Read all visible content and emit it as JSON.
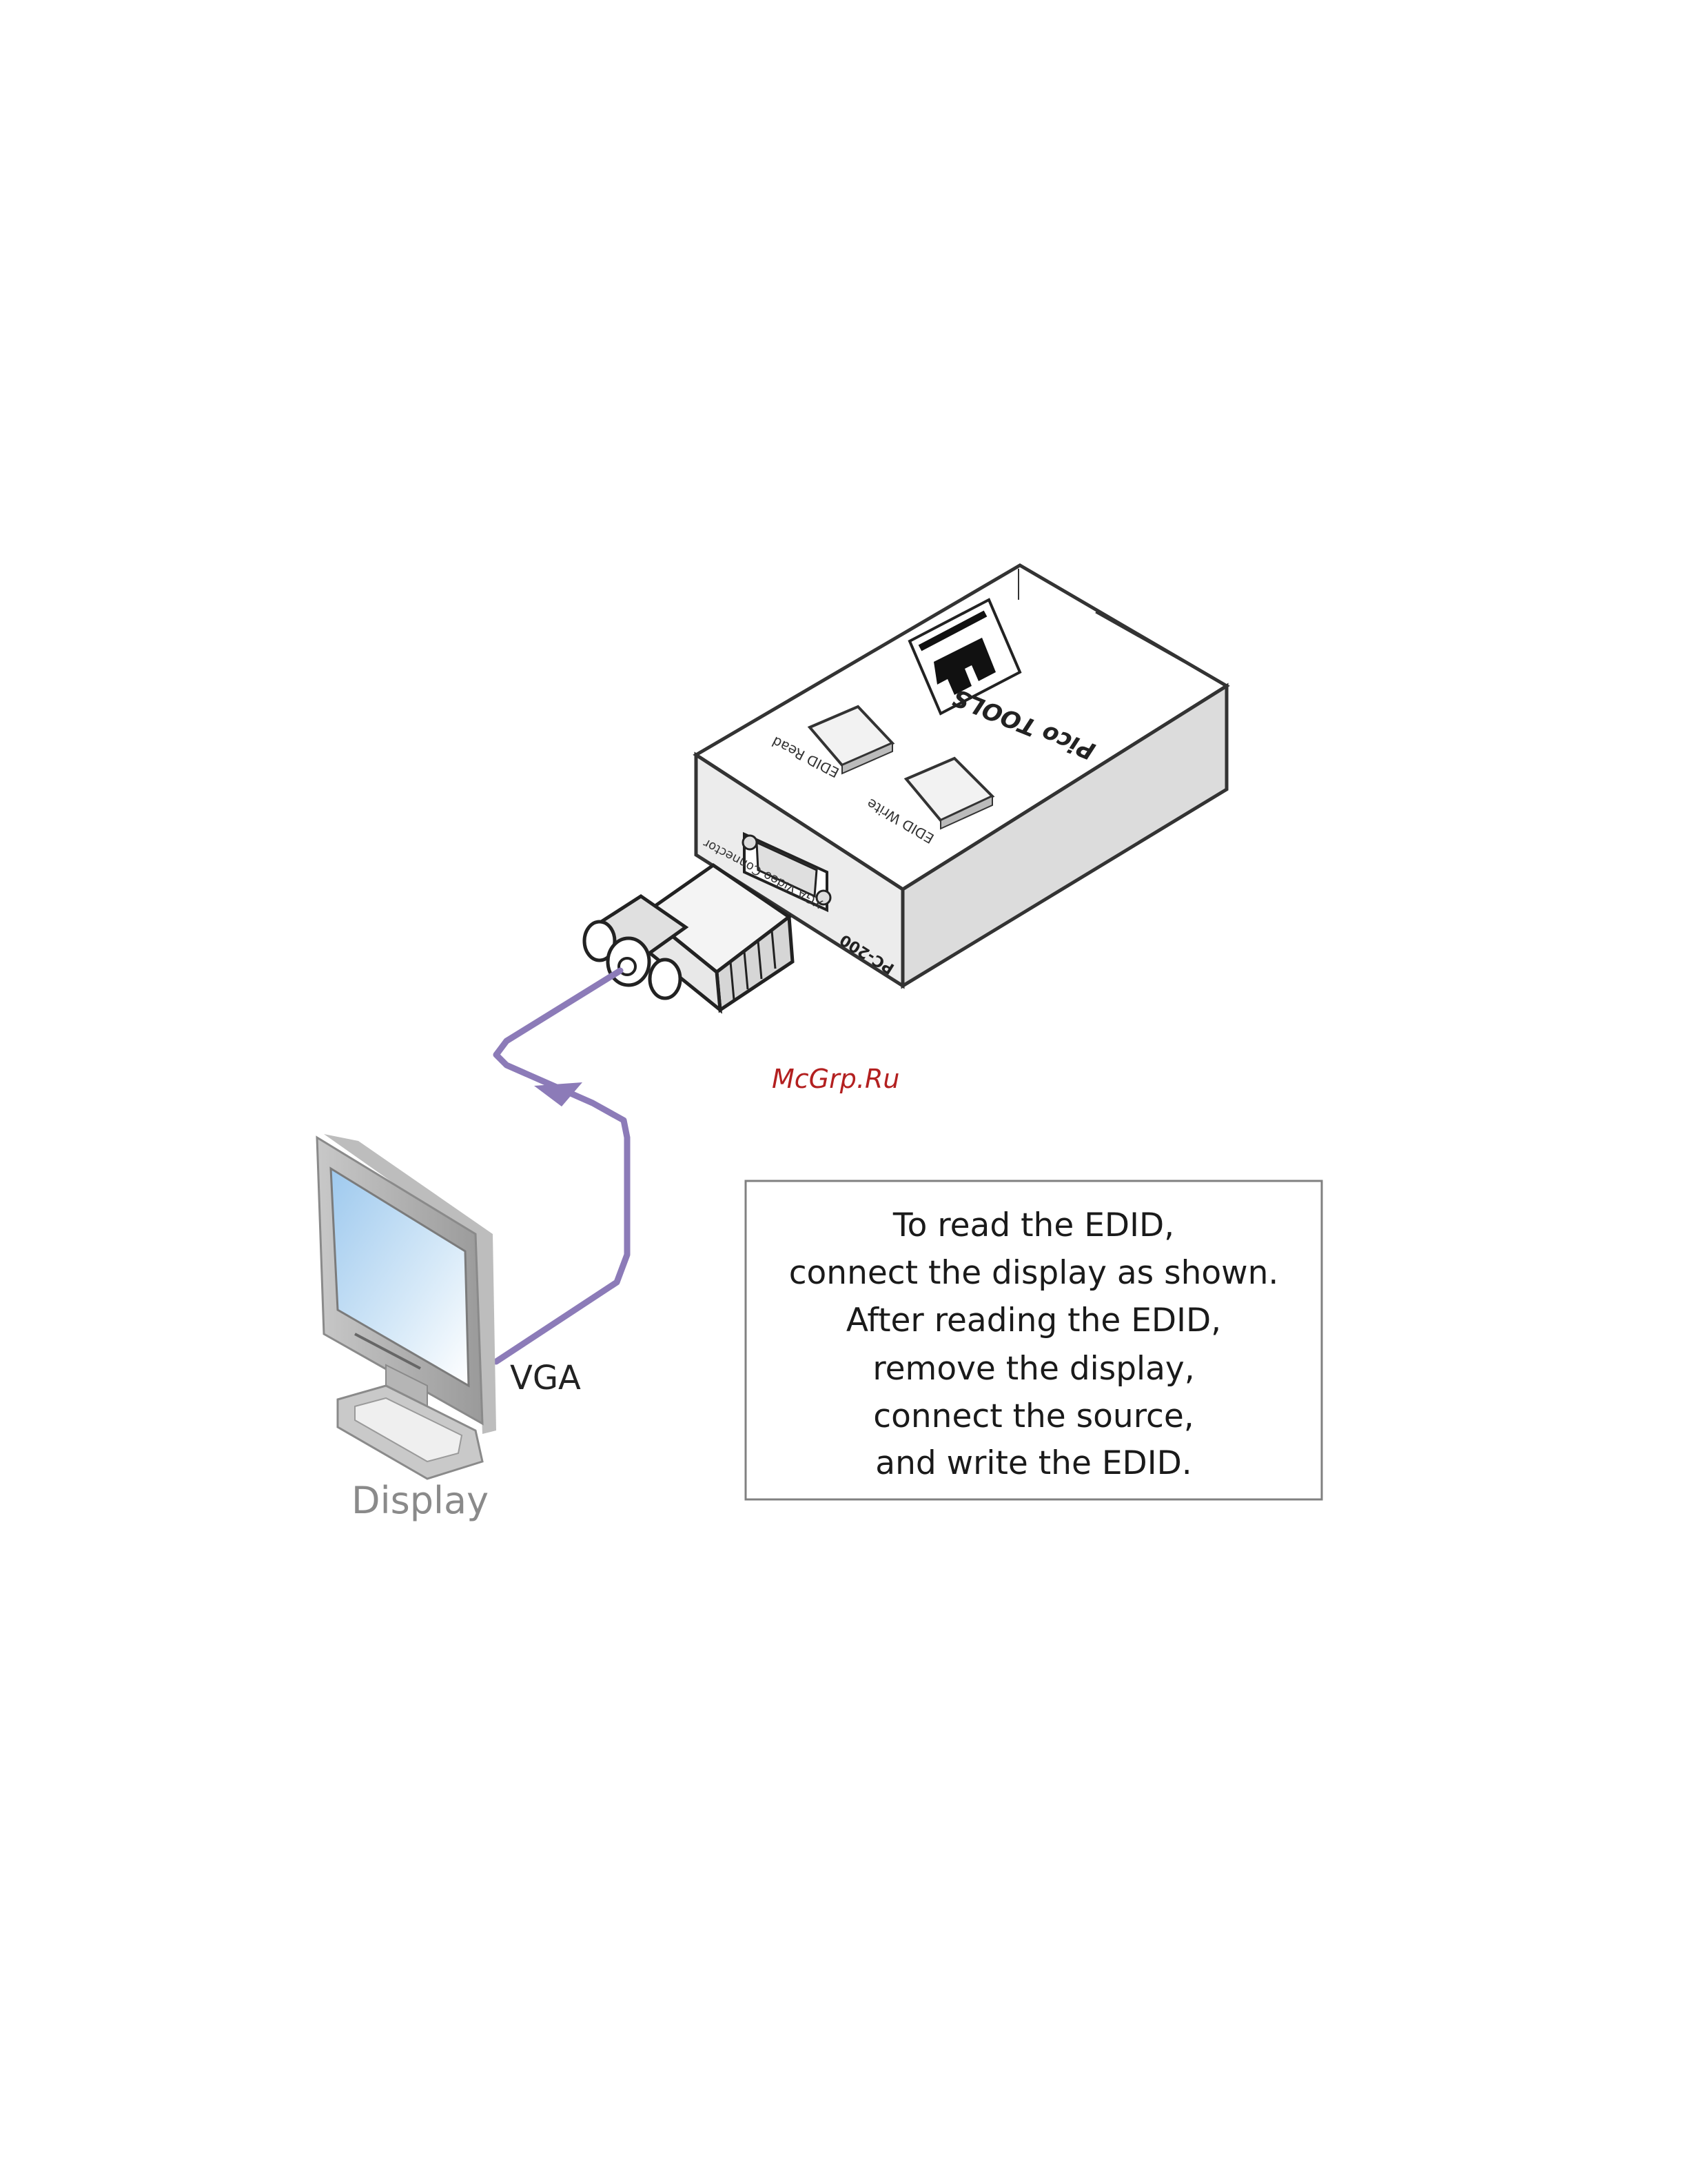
{
  "device": {
    "brand_line": "Pico TOOLS",
    "model": "PC-200",
    "button_read_label": "EDID Read",
    "button_write_label": "EDID Write",
    "port_label": "XGA Video Connector"
  },
  "cable": {
    "label": "VGA",
    "color": "#8c7bb8"
  },
  "display": {
    "label": "Display"
  },
  "watermark": {
    "text": "McGrp.Ru",
    "color": "#b32020"
  },
  "caption": {
    "lines": [
      "To read the EDID,",
      "connect the display as shown.",
      "After reading the EDID,",
      "remove the display,",
      "connect the source,",
      "and write the EDID."
    ]
  }
}
